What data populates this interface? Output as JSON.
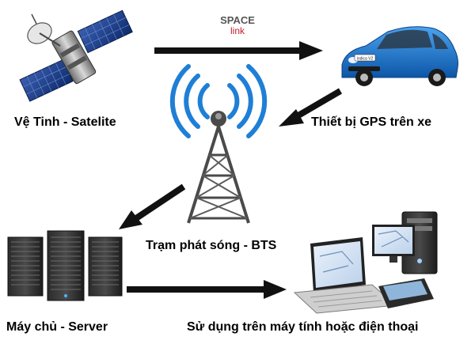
{
  "brand": {
    "line1": "SPACE",
    "line2": "link"
  },
  "nodes": {
    "satellite": {
      "label": "Vệ Tinh - Satelite"
    },
    "car": {
      "label": "Thiết bị GPS trên xe",
      "plate": "indica V2"
    },
    "bts": {
      "label": "Trạm phát sóng - BTS"
    },
    "server": {
      "label": "Máy chủ - Server"
    },
    "devices": {
      "label": "Sử dụng trên máy tính hoặc điện thoại"
    }
  },
  "colors": {
    "arrow": "#111111",
    "signal_wave": "#1f7fd6",
    "brand_red": "#c0202a",
    "car_body": "#1a6fc6"
  },
  "icons": [
    "satellite-icon",
    "car-icon",
    "bts-tower-icon",
    "server-rack-icon",
    "laptop-icon",
    "desktop-tower-icon",
    "smartphone-icon"
  ]
}
